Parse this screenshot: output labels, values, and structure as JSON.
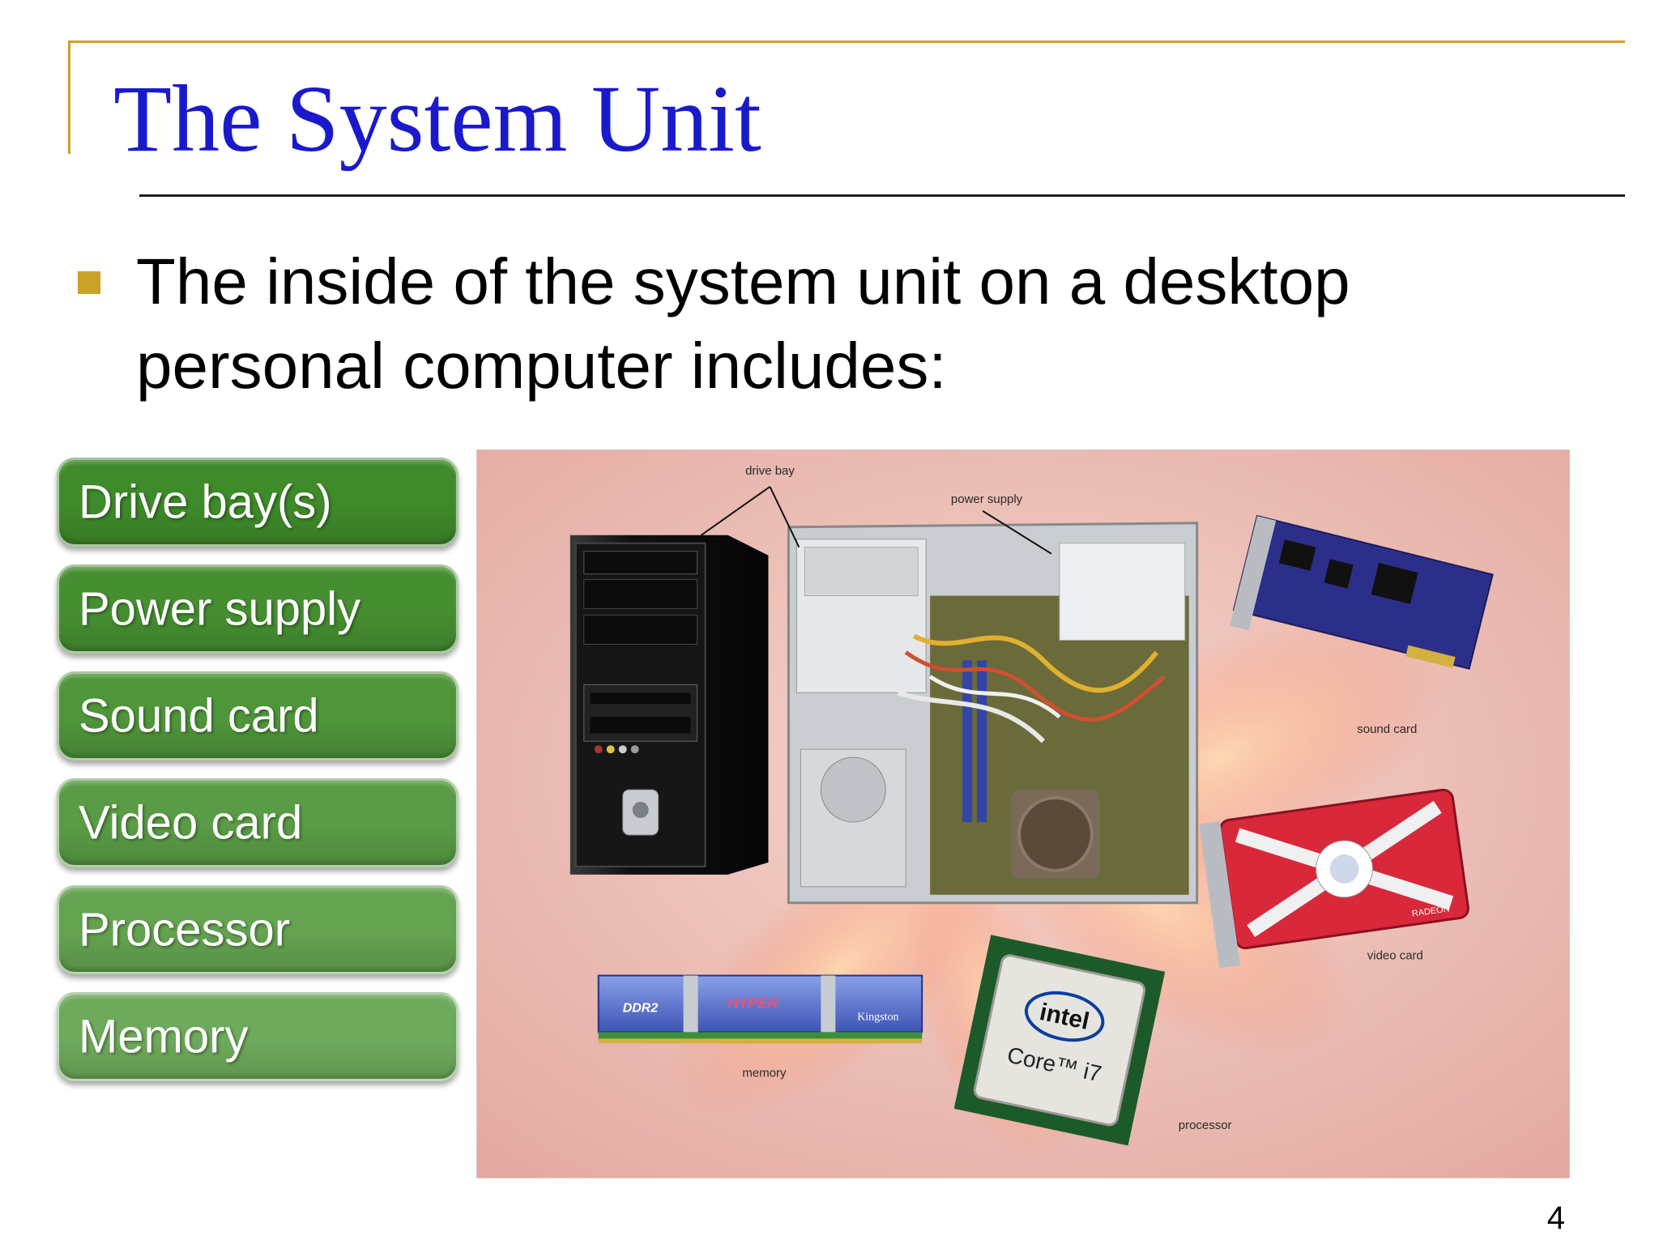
{
  "slide": {
    "title": "The System Unit",
    "bullet": "The inside of the system unit on a desktop personal computer includes:",
    "page_number": "4"
  },
  "components": [
    {
      "label": "Drive bay(s)",
      "color": "#3f8a2a"
    },
    {
      "label": "Power supply",
      "color": "#468f31"
    },
    {
      "label": "Sound card",
      "color": "#4f953a"
    },
    {
      "label": "Video card",
      "color": "#599c45"
    },
    {
      "label": "Processor",
      "color": "#64a350"
    },
    {
      "label": "Memory",
      "color": "#6eaa5b"
    }
  ],
  "photo": {
    "labels": {
      "drive_bay": "drive bay",
      "power_supply": "power supply",
      "sound_card": "sound card",
      "video_card": "video card",
      "memory": "memory",
      "processor": "processor"
    },
    "memory_brand": "Kingston",
    "memory_text": "DDR2",
    "memory_hyper": "HYPER",
    "cpu_brand": "intel",
    "cpu_model": "Core™ i7",
    "gpu_brand": "RADEON"
  },
  "colors": {
    "title": "#1a1acc",
    "accent": "#c9a227"
  }
}
